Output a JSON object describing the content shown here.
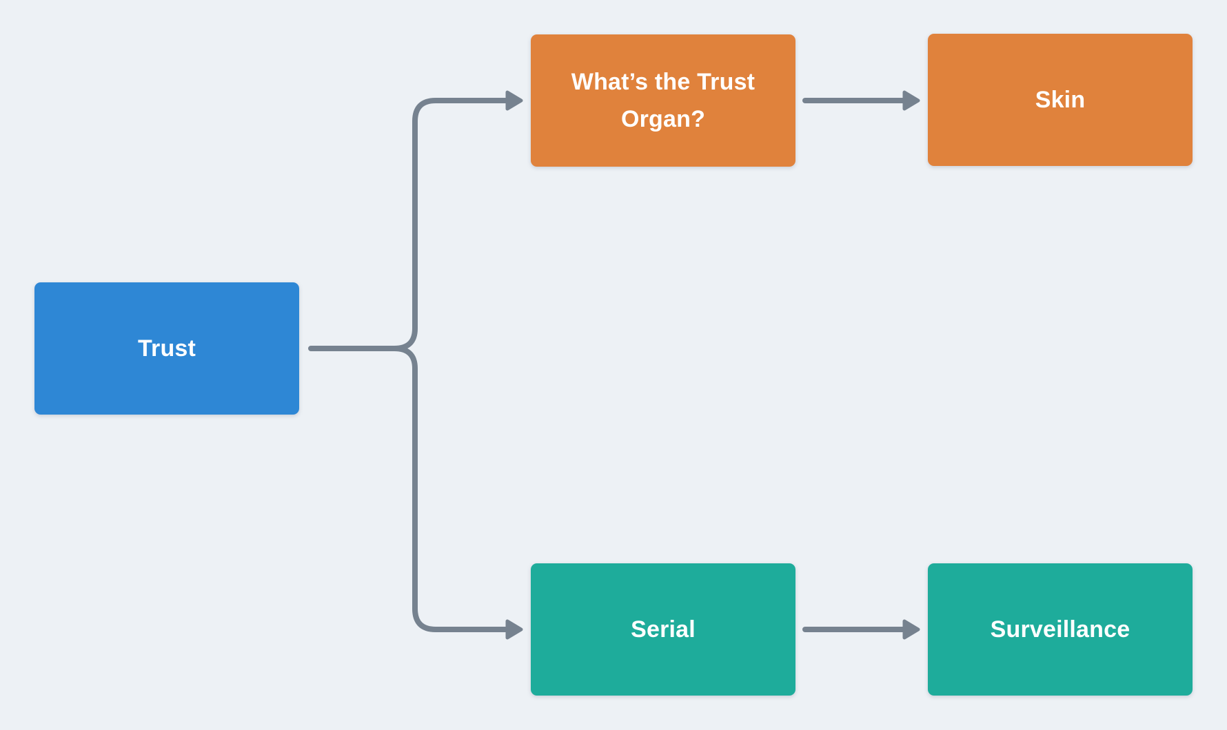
{
  "diagram": {
    "background_color": "#edf1f5",
    "connector_color": "#76828f",
    "nodes": {
      "trust": {
        "label": "Trust",
        "color": "#2e87d5",
        "text_color": "#ffffff"
      },
      "trust_organ": {
        "label": "What’s the Trust Organ?",
        "color": "#e0823c",
        "text_color": "#ffffff"
      },
      "skin": {
        "label": "Skin",
        "color": "#e0823c",
        "text_color": "#ffffff"
      },
      "serial": {
        "label": "Serial",
        "color": "#1eac9b",
        "text_color": "#ffffff"
      },
      "surveillance": {
        "label": "Surveillance",
        "color": "#1eac9b",
        "text_color": "#ffffff"
      }
    },
    "edges": [
      {
        "from": "Trust",
        "to": "What’s the Trust Organ?"
      },
      {
        "from": "Trust",
        "to": "Serial"
      },
      {
        "from": "What’s the Trust Organ?",
        "to": "Skin"
      },
      {
        "from": "Serial",
        "to": "Surveillance"
      }
    ]
  }
}
